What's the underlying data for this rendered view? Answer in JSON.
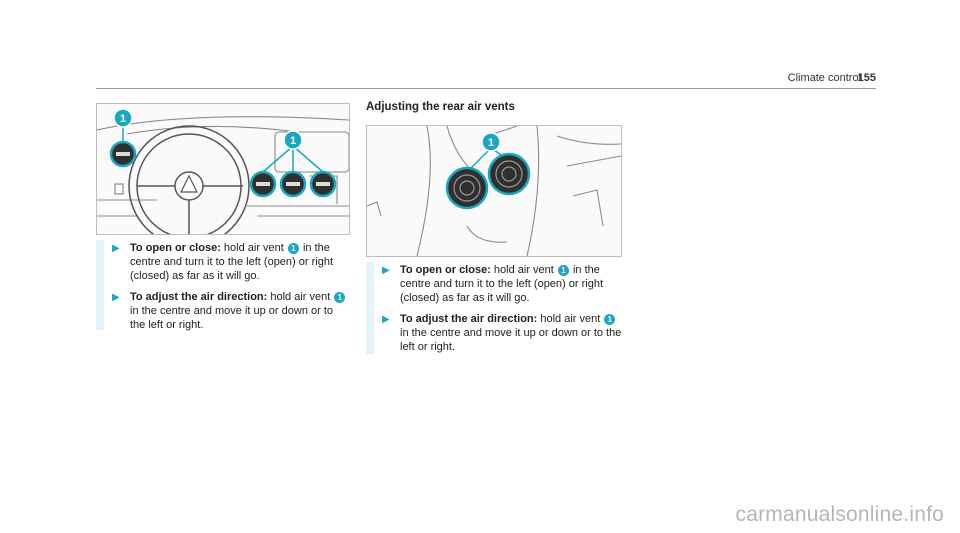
{
  "header": {
    "title": "Climate control",
    "page": "155"
  },
  "figure_left": {
    "callout_1": "1",
    "callout_2": "1"
  },
  "figure_right": {
    "heading": "Adjusting the rear air vents",
    "callout": "1"
  },
  "steps_left": [
    {
      "bold": "To open or close:",
      "before": " hold air vent ",
      "badge": "1",
      "after": " in the centre and turn it to the left (open) or right (closed) as far as it will go."
    },
    {
      "bold": "To adjust the air direction:",
      "before": " hold air vent ",
      "badge": "1",
      "after": " in the centre and move it up or down or to the left or right."
    }
  ],
  "steps_right": [
    {
      "bold": "To open or close:",
      "before": " hold air vent ",
      "badge": "1",
      "after": " in the centre and turn it to the left (open) or right (closed) as far as it will go."
    },
    {
      "bold": "To adjust the air direction:",
      "before": " hold air vent ",
      "badge": "1",
      "after": " in the centre and move it up or down or to the left or right."
    }
  ],
  "watermark": "carmanualsonline.info",
  "colors": {
    "accent": "#1aa7c0",
    "bar": "#e3f4f8",
    "rule": "#9a9a9a"
  }
}
